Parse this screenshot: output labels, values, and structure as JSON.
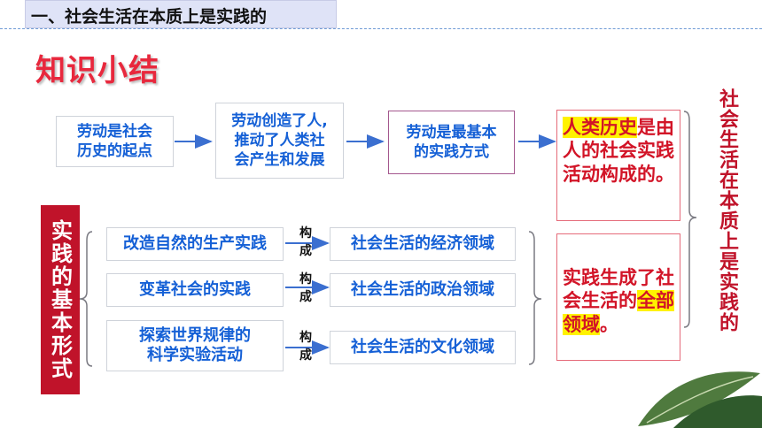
{
  "header": {
    "title": "一、社会生活在本质上是实践的"
  },
  "summary_title": "知识小结",
  "top_flow": [
    "劳动是社会\n历史的起点",
    "劳动创造了人,\n推动了人类社\n会产生和发展",
    "劳动是最基本\n的实践方式"
  ],
  "result_1": {
    "highlight": "人类历史",
    "rest": "是由人的社会实践活动构成的。"
  },
  "result_2": {
    "text": "实践生成了社会生活的",
    "highlight": "全部领域",
    "end": "。"
  },
  "left_label": "实践的基本形式",
  "forms": [
    {
      "practice": "改造自然的生产实践",
      "verb": "构\n成",
      "domain": "社会生活的经济领域"
    },
    {
      "practice": "变革社会的实践",
      "verb": "构\n成",
      "domain": "社会生活的政治领域"
    },
    {
      "practice": "探索世界规律的\n科学实验活动",
      "verb": "构\n成",
      "domain": "社会生活的文化领域"
    }
  ],
  "right_label": "社会生活在本质上是实践的",
  "colors": {
    "blue_text": "#1560d6",
    "red": "#c0132a",
    "highlight": "#fff200",
    "header_bg": "#dfe3f7"
  }
}
